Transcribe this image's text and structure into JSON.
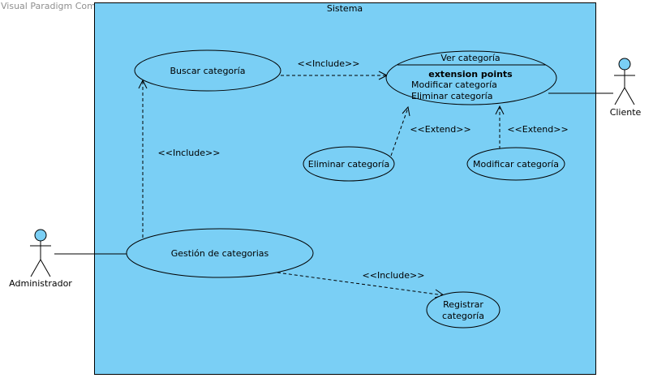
{
  "watermark": "Visual Paradigm Community Edition [not for commercial use]",
  "system": {
    "title": "Sistema",
    "color": "#7acff5"
  },
  "actors": {
    "administrador": "Administrador",
    "cliente": "Cliente"
  },
  "use_cases": {
    "buscar": "Buscar categoría",
    "ver_title": "Ver categoría",
    "ver_ext_header": "extension points",
    "ver_ext_1": "Modificar categoría",
    "ver_ext_2": "Eliminar categoría",
    "eliminar": "Eliminar categoría",
    "modificar": "Modificar categoría",
    "gestion": "Gestión de categorias",
    "registrar_1": "Registrar",
    "registrar_2": "categoría"
  },
  "relations": {
    "include_buscar_ver": "<<Include>>",
    "include_gestion_buscar": "<<Include>>",
    "include_gestion_registrar": "<<Include>>",
    "extend_eliminar": "<<Extend>>",
    "extend_modificar": "<<Extend>>"
  }
}
